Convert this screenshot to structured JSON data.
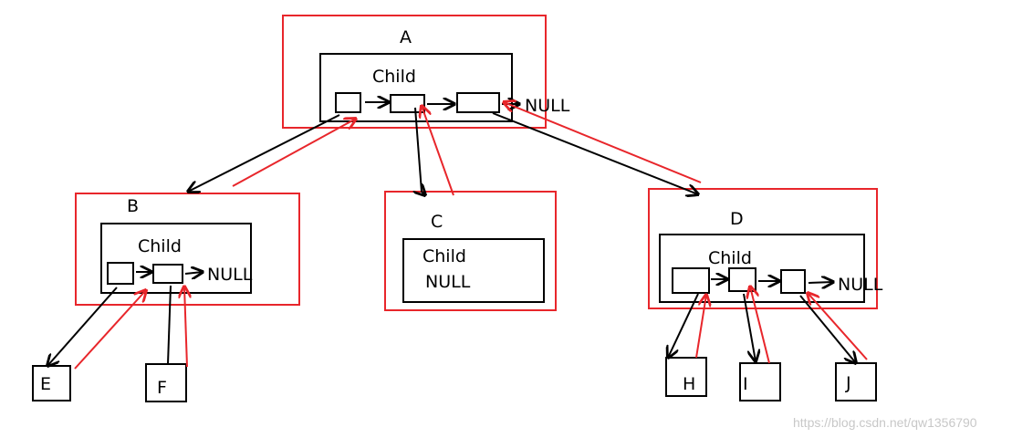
{
  "colors": {
    "red": "#e8262b",
    "black": "#000000",
    "watermark": "#c8c8c8"
  },
  "nodes": {
    "A": {
      "name": "A",
      "child_label": "Child",
      "null_label": "NULL"
    },
    "B": {
      "name": "B",
      "child_label": "Child",
      "null_label": "NULL"
    },
    "C": {
      "name": "C",
      "child_label": "Child",
      "null_label": "NULL"
    },
    "D": {
      "name": "D",
      "child_label": "Child",
      "null_label": "NULL"
    }
  },
  "leaves": {
    "E": "E",
    "F": "F",
    "H": "H",
    "I": "I",
    "J": "J"
  },
  "watermark": "https://blog.csdn.net/qw1356790"
}
